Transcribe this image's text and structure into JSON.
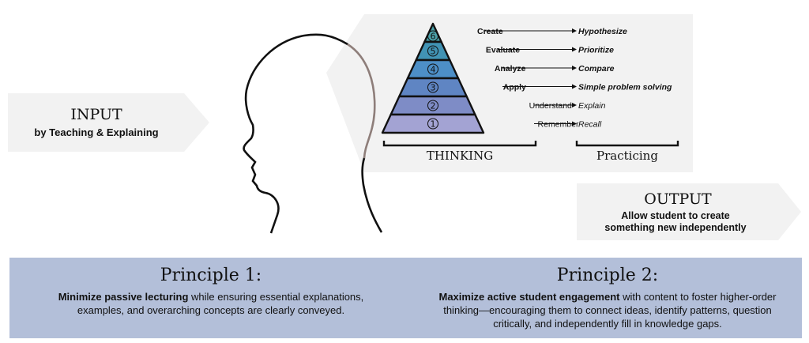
{
  "input": {
    "title": "INPUT",
    "subtitle": "by Teaching & Explaining"
  },
  "output": {
    "title": "OUTPUT",
    "line1": "Allow student to create",
    "line2": "something new independently"
  },
  "pyramid": {
    "levels": [
      {
        "num": "6",
        "label": "Create",
        "result": "Hypothesize",
        "bold": true,
        "color": "#4aa0a8"
      },
      {
        "num": "5",
        "label": "Evaluate",
        "result": "Prioritize",
        "bold": true,
        "color": "#4193b4"
      },
      {
        "num": "4",
        "label": "Analyze",
        "result": "Compare",
        "bold": true,
        "color": "#4d8fc7"
      },
      {
        "num": "3",
        "label": "Apply",
        "result": "Simple problem solving",
        "bold": true,
        "color": "#5f85c3"
      },
      {
        "num": "2",
        "label": "Understand",
        "result": "Explain",
        "bold": false,
        "color": "#7e8cc6"
      },
      {
        "num": "1",
        "label": "Remember",
        "result": "Recall",
        "bold": false,
        "color": "#a3a3d3"
      }
    ],
    "thinking_label": "THINKING",
    "practicing_label": "Practicing"
  },
  "principle1": {
    "title": "Principle 1:",
    "bold": "Minimize passive lecturing",
    "text": " while ensuring essential explanations, examples, and overarching concepts are clearly conveyed."
  },
  "principle2": {
    "title": "Principle 2:",
    "bold": "Maximize active student engagement",
    "text": " with content to foster higher-order thinking—encouraging them to connect ideas, identify patterns, question critically, and independently fill in knowledge gaps."
  }
}
